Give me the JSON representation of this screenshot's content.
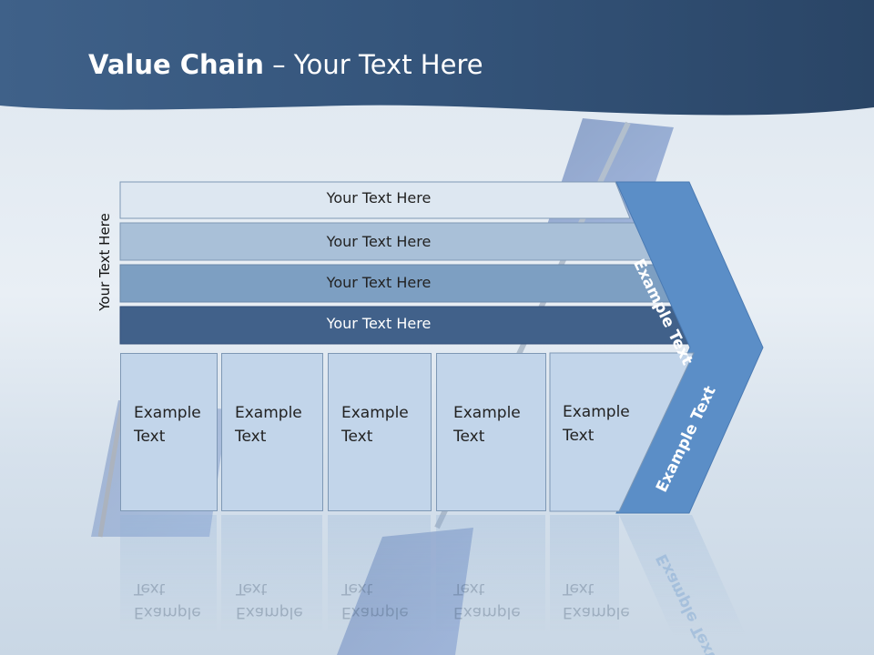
{
  "title": {
    "bold": "Value Chain",
    "rest": " – Your Text Here"
  },
  "side_label": "Your Text Here",
  "bars": [
    {
      "label": "Your Text Here"
    },
    {
      "label": "Your Text Here"
    },
    {
      "label": "Your Text Here"
    },
    {
      "label": "Your Text Here"
    }
  ],
  "boxes": [
    {
      "label": "Example\nText"
    },
    {
      "label": "Example\nText"
    },
    {
      "label": "Example\nText"
    },
    {
      "label": "Example\nText"
    },
    {
      "label": "Example\nText"
    }
  ],
  "arrow": {
    "upper": "Example Text",
    "lower": "Example Text"
  },
  "colors": {
    "header": "#2d4b6e",
    "bar1": "#dde7f1",
    "bar2": "#a9c0d8",
    "bar3": "#7d9fc2",
    "bar4": "#41618a",
    "box": "#c2d5ea",
    "arrow": "#5b8ec7"
  }
}
